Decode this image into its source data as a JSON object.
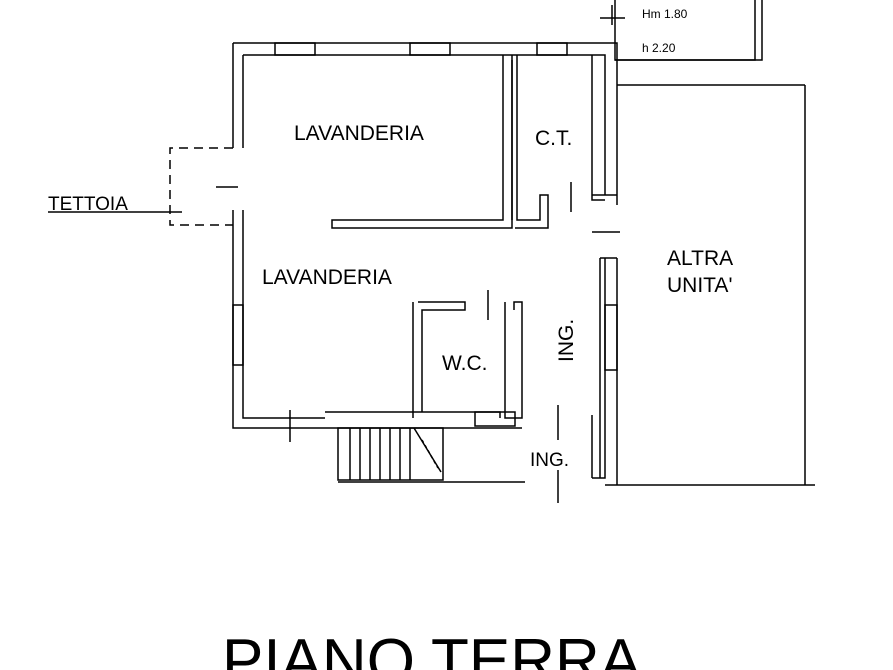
{
  "plan": {
    "top_note": {
      "line1": "Hm 1.80",
      "line2": "h 2.20"
    },
    "rooms": {
      "tettoia": "TETTOIA",
      "lavanderia_top": "LAVANDERIA",
      "lavanderia_bottom": "LAVANDERIA",
      "ct": "C.T.",
      "wc": "W.C.",
      "ingresso_vertical": "ING.",
      "ingresso_bottom": "ING.",
      "altra_unita_line1": "ALTRA",
      "altra_unita_line2": "UNITA'"
    },
    "floor_title": "PIANO TERRA"
  }
}
